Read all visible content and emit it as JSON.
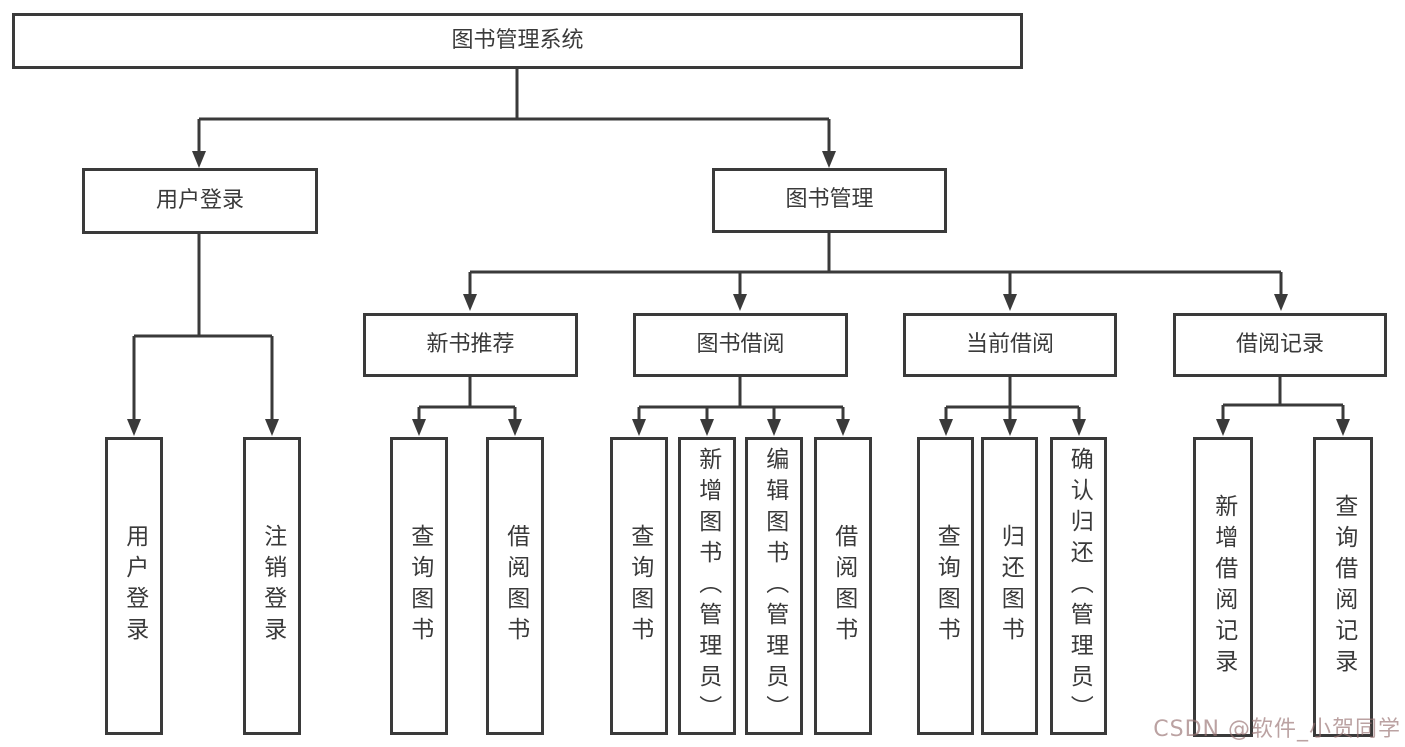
{
  "diagram": {
    "type": "hierarchy-tree",
    "nodes": {
      "root": "图书管理系统",
      "user_login": "用户登录",
      "book_mgmt": "图书管理",
      "new_book_rec": "新书推荐",
      "book_borrow": "图书借阅",
      "current_borrow": "当前借阅",
      "borrow_records": "借阅记录",
      "leaves": {
        "user_login": "用户登录",
        "logout": "注销登录",
        "rec_query_book": "查询图书",
        "rec_borrow_book": "借阅图书",
        "bb_query_book": "查询图书",
        "bb_add_book": "新增图书（管理员）",
        "bb_edit_book": "编辑图书（管理员）",
        "bb_borrow_book": "借阅图书",
        "cur_query_book": "查询图书",
        "cur_return_book": "归还图书",
        "cur_confirm_return": "确认归还（管理员）",
        "rec2_add_record": "新增借阅记录",
        "rec2_query_record": "查询借阅记录"
      }
    },
    "edges": [
      [
        "图书管理系统",
        "用户登录"
      ],
      [
        "图书管理系统",
        "图书管理"
      ],
      [
        "用户登录",
        "用户登录"
      ],
      [
        "用户登录",
        "注销登录"
      ],
      [
        "图书管理",
        "新书推荐"
      ],
      [
        "图书管理",
        "图书借阅"
      ],
      [
        "图书管理",
        "当前借阅"
      ],
      [
        "图书管理",
        "借阅记录"
      ],
      [
        "新书推荐",
        "查询图书"
      ],
      [
        "新书推荐",
        "借阅图书"
      ],
      [
        "图书借阅",
        "查询图书"
      ],
      [
        "图书借阅",
        "新增图书（管理员）"
      ],
      [
        "图书借阅",
        "编辑图书（管理员）"
      ],
      [
        "图书借阅",
        "借阅图书"
      ],
      [
        "当前借阅",
        "查询图书"
      ],
      [
        "当前借阅",
        "归还图书"
      ],
      [
        "当前借阅",
        "确认归还（管理员）"
      ],
      [
        "借阅记录",
        "新增借阅记录"
      ],
      [
        "借阅记录",
        "查询借阅记录"
      ]
    ],
    "colors": {
      "line": "#3a3a3a",
      "box_border": "#3a3a3a",
      "text": "#3a3a3a",
      "background": "#ffffff"
    }
  },
  "watermark": {
    "text": "CSDN @软件_小贺同学",
    "color": "#96707066"
  }
}
